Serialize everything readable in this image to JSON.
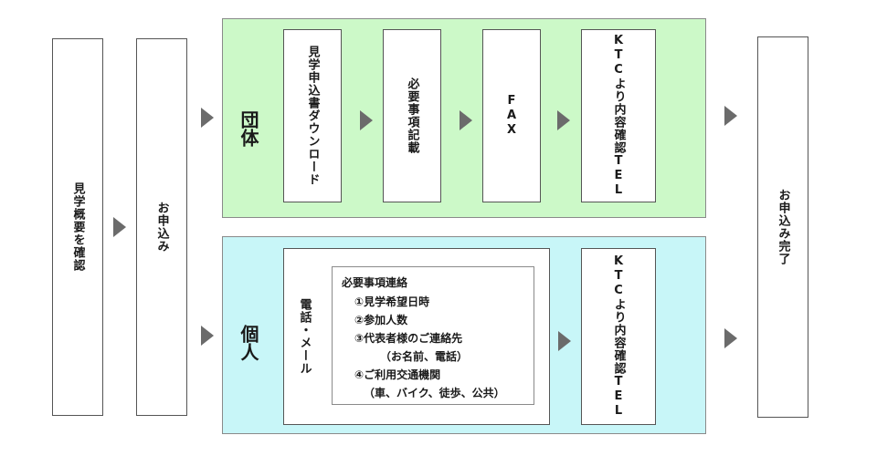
{
  "steps": {
    "overview": "見学概要を確認",
    "apply": "お申込み",
    "complete": "お申込み完了"
  },
  "group": {
    "label": "団体",
    "download": "見学申込書ダウンロード",
    "fill": "必要事項記載",
    "fax": "FAX",
    "ktc_tel": "KTCより内容確認TEL"
  },
  "individual": {
    "label": "個人",
    "contact_method": "電話・メール",
    "ktc_tel": "KTCより内容確認TEL",
    "notes": {
      "title": "必要事項連絡",
      "item1": "①見学希望日時",
      "item2": "②参加人数",
      "item3": "③代表者様のご連絡先",
      "item3_sub": "（お名前、電話）",
      "item4": "④ご利用交通機関",
      "item4_sub": "（車、バイク、徒歩、公共）"
    }
  }
}
